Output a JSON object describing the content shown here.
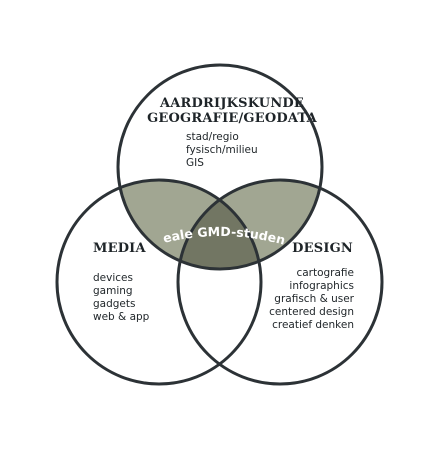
{
  "colors": {
    "outline": "#2c3236",
    "pair_overlap": "#a1a692",
    "triple_overlap": "#727663",
    "text": "#1e2428",
    "center_text": "#ffffff"
  },
  "top": {
    "title_line1": "AARDRIJKSKUNDE",
    "title_line2": "GEOGRAFIE/GEODATA",
    "items": [
      "stad/regio",
      "fysisch/milieu",
      "GIS"
    ]
  },
  "left": {
    "title": "MEDIA",
    "items": [
      "devices",
      "gaming",
      "gadgets",
      "web & app"
    ]
  },
  "right": {
    "title": "DESIGN",
    "items": [
      "cartografie",
      "infographics",
      "grafisch & user",
      "centered design",
      "creatief denken"
    ]
  },
  "center": {
    "label": "ideale GMD-student"
  }
}
